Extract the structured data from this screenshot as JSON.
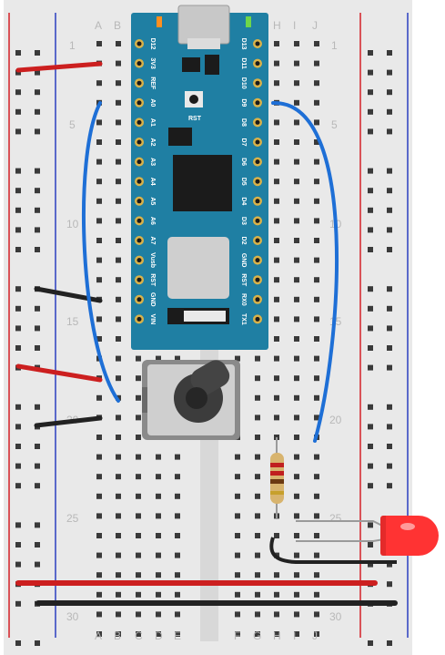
{
  "breadboard": {
    "columns_left": [
      "A",
      "B",
      "C",
      "D",
      "E"
    ],
    "columns_right": [
      "F",
      "G",
      "H",
      "I",
      "J"
    ],
    "row_numbers": [
      "1",
      "5",
      "10",
      "15",
      "20",
      "25",
      "30"
    ],
    "colors": {
      "board": "#e9e9e9",
      "rail_red": "#d42027",
      "rail_blue": "#2b3fbf",
      "channel": "#d8d8d8"
    }
  },
  "arduino": {
    "name": "Arduino Nano",
    "reset_label": "RST",
    "left_pins": [
      "D12",
      "3V3",
      "REF",
      "A0",
      "A1",
      "A2",
      "A3",
      "A4",
      "A5",
      "A6",
      "A7",
      "Vusb",
      "RST",
      "GND",
      "VIN"
    ],
    "right_pins": [
      "D11",
      "D10",
      "D9",
      "D8",
      "D7",
      "D6",
      "D5",
      "D4",
      "D3",
      "D2",
      "GND",
      "RST",
      "RX0",
      "TX1"
    ],
    "top_right_pin": "D13",
    "colors": {
      "pcb": "#1f7fa3",
      "chip": "#1b1b1b",
      "usb": "#c8c8c8"
    }
  },
  "components": {
    "potentiometer": "potentiometer",
    "resistor": "220 ohm resistor",
    "led": "red LED"
  },
  "wire_colors": {
    "red": "#cc1f1f",
    "black": "#222222",
    "blue": "#1e6fd6"
  }
}
